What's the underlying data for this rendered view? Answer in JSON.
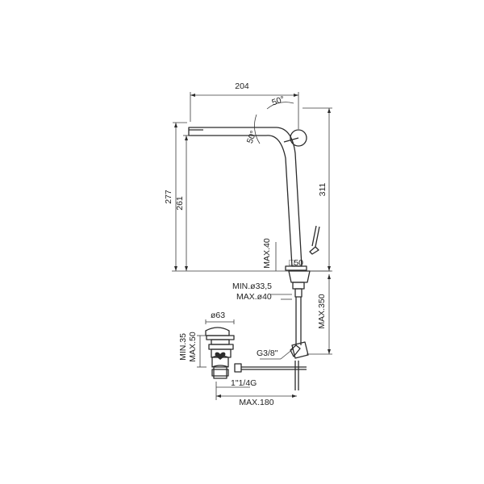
{
  "diagram": {
    "labels": {
      "spout_reach": "204",
      "swivel_top": "50°",
      "swivel_side": "50°",
      "total_height": "277",
      "spout_height": "261",
      "body_height": "311",
      "max_deck": "MAX.40",
      "base_square": "□50",
      "hole_min": "MIN.ø33,5",
      "hole_max": "MAX.ø40",
      "flex_length": "MAX.350",
      "waste_diameter": "ø63",
      "waste_min": "MIN.35",
      "waste_max": "MAX.50",
      "connection": "G3/8\"",
      "waste_thread": "1\"1/4G",
      "lever_reach": "MAX.180"
    },
    "colors": {
      "line": "#2b2b2b",
      "background": "#ffffff"
    }
  }
}
